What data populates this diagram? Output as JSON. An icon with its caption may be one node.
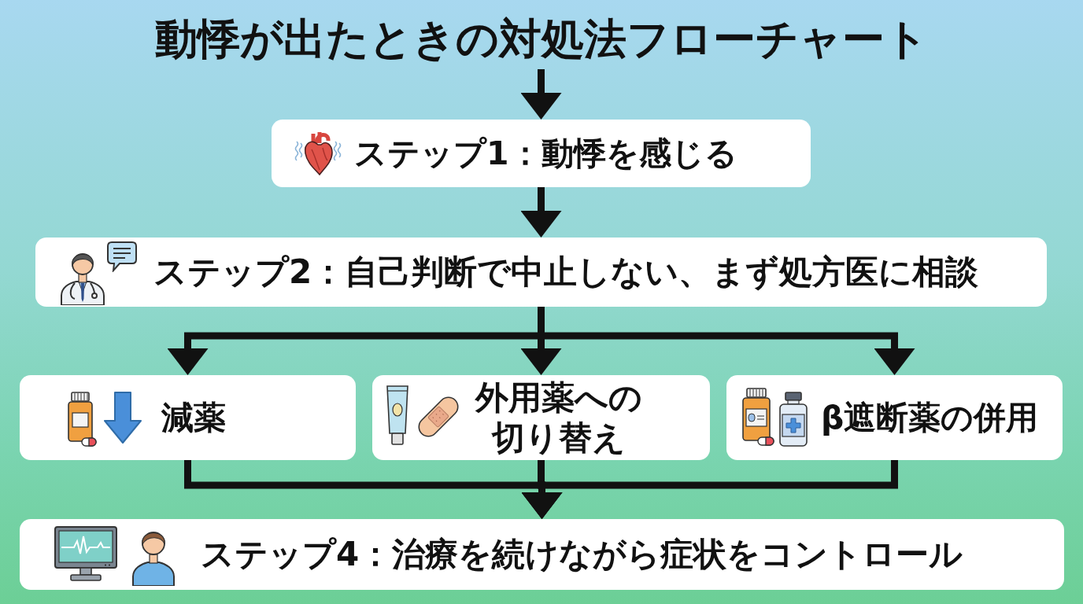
{
  "diagram": {
    "title": "動悸が出たときの対処法フローチャート",
    "nodes": [
      {
        "text": [
          "ステップ1：動悸を感じる"
        ]
      },
      {
        "text": [
          "ステップ2：自己判断で中止しない、まず処方医に相談"
        ]
      },
      {
        "text": [
          "減薬"
        ]
      },
      {
        "text": [
          "外用薬への切り替え"
        ]
      },
      {
        "text": [
          "β遮断薬の併用"
        ]
      },
      {
        "text": [
          "ステップ4：治療を続けながら症状をコントロール"
        ]
      }
    ],
    "edges": [
      {
        "from": null,
        "to": 0,
        "arrow": "to"
      },
      {
        "from": 0,
        "to": 1,
        "arrow": "to"
      },
      {
        "from": 1,
        "to": 2,
        "arrow": "to"
      },
      {
        "from": 1,
        "to": 3,
        "arrow": "to"
      },
      {
        "from": 1,
        "to": 4,
        "arrow": "to"
      },
      {
        "from": 2,
        "to": 5,
        "arrow": "to"
      },
      {
        "from": 3,
        "to": 5,
        "arrow": "to"
      },
      {
        "from": 4,
        "to": 5,
        "arrow": "to"
      }
    ]
  }
}
